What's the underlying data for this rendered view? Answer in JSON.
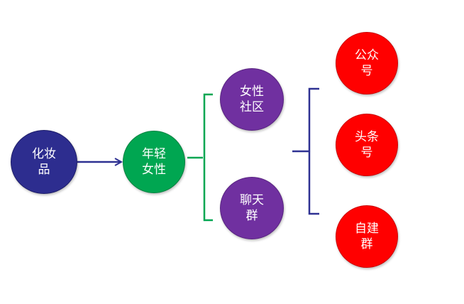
{
  "diagram": {
    "nodes": {
      "cosmetics": {
        "label": "化妆\n品",
        "color": "#2d2d8f"
      },
      "young_women": {
        "label": "年轻\n女性",
        "color": "#00a651"
      },
      "women_community": {
        "label": "女性\n社区",
        "color": "#7030a0"
      },
      "chat_group": {
        "label": "聊天\n群",
        "color": "#7030a0"
      },
      "public_account": {
        "label": "公众\n号",
        "color": "#ff0000"
      },
      "toutiao_account": {
        "label": "头条\n号",
        "color": "#ff0000"
      },
      "self_built_group": {
        "label": "自建\n群",
        "color": "#ff0000"
      }
    },
    "edges": [
      {
        "from": "cosmetics",
        "to": "young_women",
        "style": "arrow",
        "color": "#2e3192"
      },
      {
        "from": "young_women",
        "to": [
          "women_community",
          "chat_group"
        ],
        "style": "brace",
        "color": "#00a651"
      },
      {
        "from": [
          "women_community",
          "chat_group"
        ],
        "to": [
          "public_account",
          "toutiao_account",
          "self_built_group"
        ],
        "style": "brace",
        "color": "#2e3192"
      }
    ]
  }
}
